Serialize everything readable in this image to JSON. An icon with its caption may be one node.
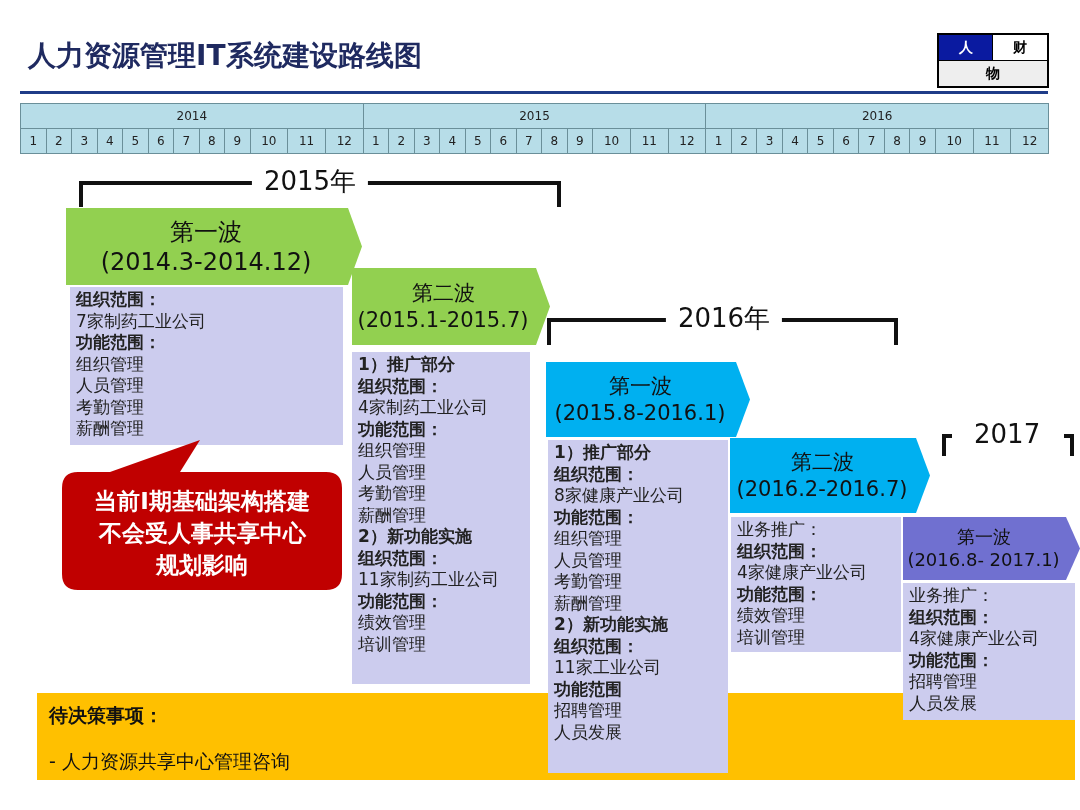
{
  "diagram": {
    "title": "人力资源管理IT系统建设路线图",
    "nodes": [
      {
        "text": [
          "第一波",
          "(2014.3-2014.12)"
        ]
      },
      {
        "text": [
          "**组织范围：**",
          "7家制药工业公司",
          "**功能范围：**",
          "组织管理",
          "人员管理",
          "考勤管理",
          "薪酬管理"
        ]
      },
      {
        "text": [
          "第二波",
          "(2015.1-2015.7)"
        ]
      },
      {
        "text": [
          "**1）推广部分**",
          "**组织范围：**",
          "4家制药工业公司",
          "**功能范围：**",
          "组织管理",
          "人员管理",
          "考勤管理",
          "薪酬管理",
          "**2）新功能实施**",
          "**组织范围：**",
          "11家制药工业公司",
          "**功能范围：**",
          "绩效管理",
          "培训管理"
        ]
      },
      {
        "text": [
          "第一波",
          "(2015.8-2016.1)"
        ]
      },
      {
        "text": [
          "**1）推广部分**",
          "**组织范围：**",
          "8家健康产业公司",
          "**功能范围：**",
          "组织管理",
          "人员管理",
          "考勤管理",
          "薪酬管理",
          "**2）新功能实施**",
          "**组织范围：**",
          "11家工业公司",
          "**功能范围**",
          "招聘管理",
          "人员发展"
        ]
      },
      {
        "text": [
          "第二波",
          "(2016.2-2016.7)"
        ]
      },
      {
        "text": [
          "业务推广：",
          "**组织范围：**",
          "4家健康产业公司",
          "**功能范围：**",
          "绩效管理",
          "培训管理"
        ]
      },
      {
        "text": [
          "第一波",
          "(2016.8- 2017.1)"
        ]
      },
      {
        "text": [
          "业务推广：",
          "**组织范围：**",
          "4家健康产业公司",
          "**功能范围：**",
          "招聘管理",
          "人员发展"
        ]
      },
      {
        "text": [
          "当前I期基础架构搭建不会受人事共享中心规划影响"
        ]
      },
      {
        "text": [
          "待决策事项：",
          "- 人力资源共享中心管理咨询"
        ]
      }
    ],
    "labels": [
      "人",
      "财",
      "物",
      "2014",
      "2015",
      "2016",
      "1",
      "2",
      "3",
      "4",
      "5",
      "6",
      "7",
      "8",
      "9",
      "10",
      "11",
      "12",
      "1",
      "2",
      "3",
      "4",
      "5",
      "6",
      "7",
      "8",
      "9",
      "10",
      "11",
      "12",
      "1",
      "2",
      "3",
      "4",
      "5",
      "6",
      "7",
      "8",
      "9",
      "10",
      "11",
      "12",
      "2015年",
      "2016年",
      "2017"
    ]
  }
}
